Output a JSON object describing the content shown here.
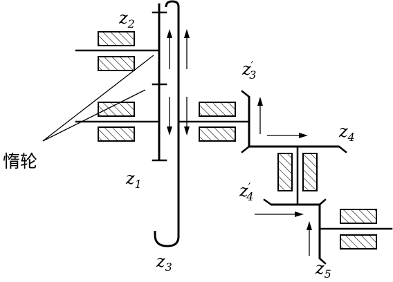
{
  "labels": {
    "idler": "惰轮",
    "z1": {
      "main": "z",
      "sub": "1"
    },
    "z2": {
      "main": "z",
      "sub": "2"
    },
    "z3": {
      "main": "z",
      "sub": "3"
    },
    "z3p": {
      "main": "z",
      "sub": "3",
      "prime": "′"
    },
    "z4": {
      "main": "z",
      "sub": "4"
    },
    "z4p": {
      "main": "z",
      "sub": "4",
      "prime": "′"
    },
    "z5": {
      "main": "z",
      "sub": "5"
    }
  }
}
